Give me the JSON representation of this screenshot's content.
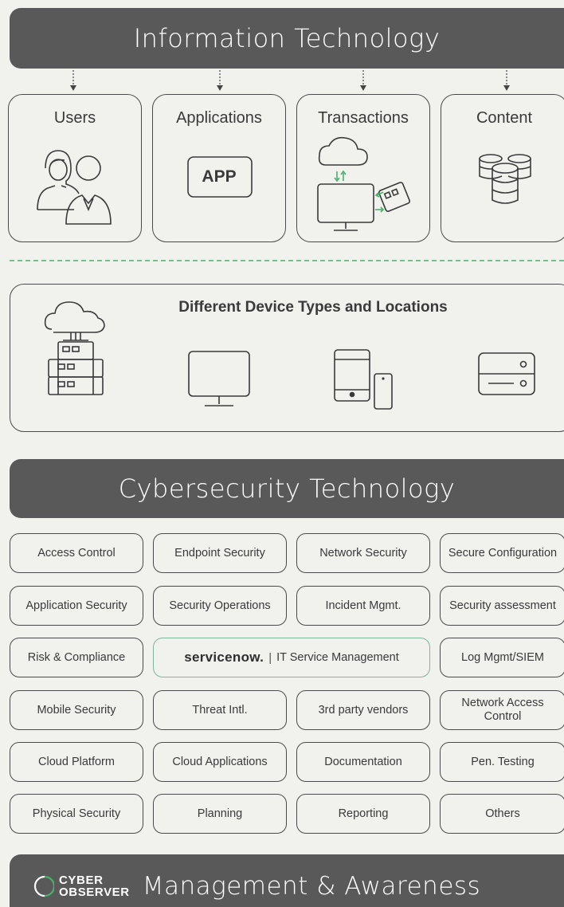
{
  "header": {
    "title": "Information Technology"
  },
  "it_boxes": [
    {
      "label": "Users",
      "icon": "users-icon"
    },
    {
      "label": "Applications",
      "icon": "app-icon",
      "icon_text": "APP"
    },
    {
      "label": "Transactions",
      "icon": "transactions-icon"
    },
    {
      "label": "Content",
      "icon": "database-icon"
    }
  ],
  "devices": {
    "title": "Different Device Types and Locations",
    "icons": [
      "cloud-server-icon",
      "monitor-icon",
      "tablet-phone-icon",
      "storage-drive-icon"
    ]
  },
  "cybersecurity": {
    "title": "Cybersecurity Technology",
    "rows": [
      [
        "Access Control",
        "Endpoint Security",
        "Network Security",
        "Secure Configuration"
      ],
      [
        "Application Security",
        "Security Operations",
        "Incident Mgmt.",
        "Security assessment"
      ],
      [
        "Risk & Compliance",
        "Log Mgmt/SIEM"
      ],
      [
        "Mobile Security",
        "Threat Intl.",
        "3rd party vendors",
        "Network Access Control"
      ],
      [
        "Cloud Platform",
        "Cloud Applications",
        "Documentation",
        "Pen. Testing"
      ],
      [
        "Physical Security",
        "Planning",
        "Reporting",
        "Others"
      ]
    ],
    "servicenow": {
      "logo": "servicenow.",
      "label": "IT Service Management"
    }
  },
  "footer": {
    "logo_line1": "CYBER",
    "logo_line2": "OBSERVER",
    "title": "Management & Awareness"
  },
  "colors": {
    "banner": "#595959",
    "background": "#f1f1ee",
    "accent_green": "#4caf6e",
    "servicenow_border": "#7fb59a"
  }
}
